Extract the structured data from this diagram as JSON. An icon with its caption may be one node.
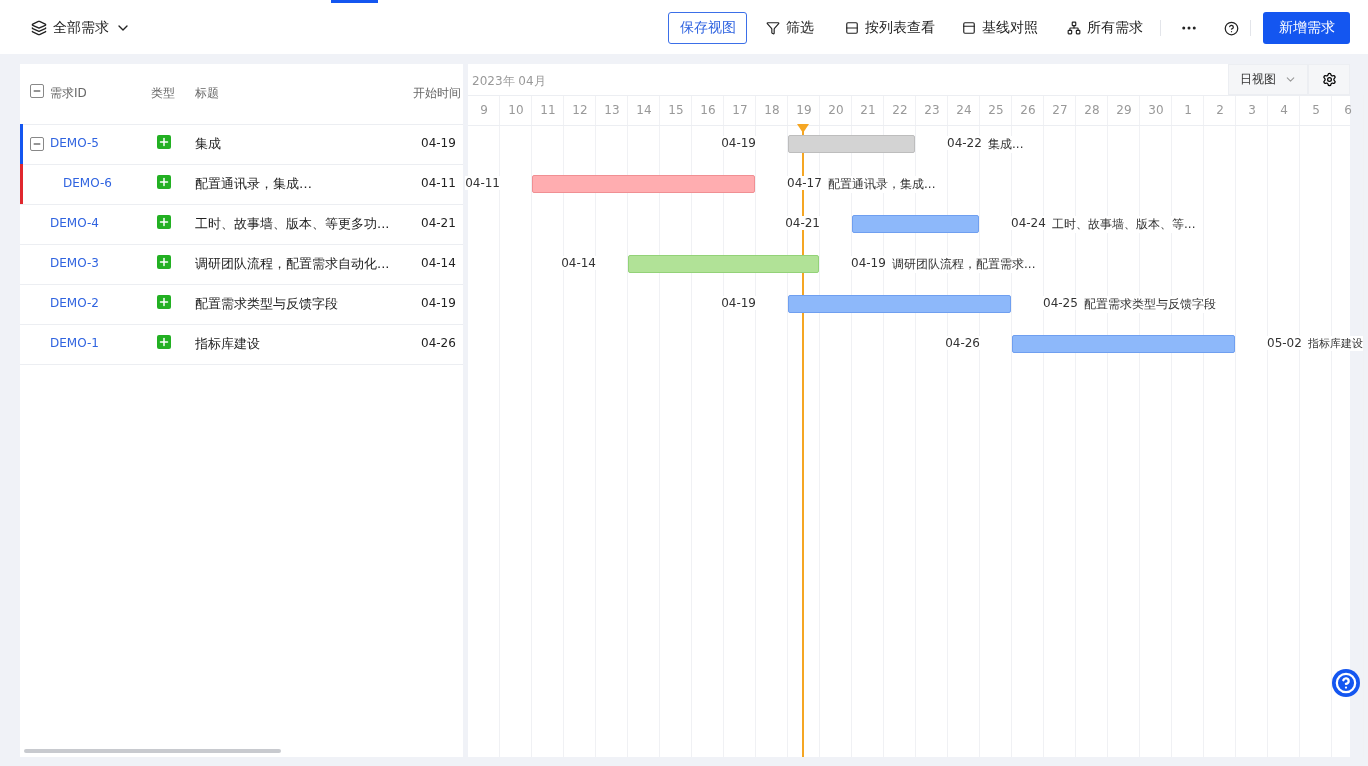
{
  "diagram": {
    "nodes": [
      {
        "text": [],
        "shape": "bar",
        "beside": [
          "04-19",
          "04-22",
          "集成..."
        ]
      },
      {
        "text": [],
        "shape": "bar",
        "beside": [
          "04-11",
          "04-17",
          "配置通讯录，集成..."
        ]
      },
      {
        "text": [],
        "shape": "bar",
        "beside": [
          "04-21",
          "04-24",
          "工时、故事墙、版本、等..."
        ]
      },
      {
        "text": [],
        "shape": "bar",
        "beside": [
          "04-14",
          "04-19",
          "调研团队流程，配置需求..."
        ]
      },
      {
        "text": [],
        "shape": "bar",
        "beside": [
          "04-19",
          "04-25",
          "配置需求类型与反馈字段"
        ]
      },
      {
        "text": [],
        "shape": "bar",
        "beside": [
          "04-26",
          "05-02",
          "指标库建设"
        ]
      }
    ],
    "labels": [
      "全部需求",
      "保存视图",
      "筛选",
      "按列表查看",
      "基线对照",
      "所有需求",
      "新增需求",
      "需求ID",
      "类型",
      "标题",
      "开始时间",
      "DEMO-5",
      "集成",
      "04-19",
      "DEMO-6",
      "配置通讯录，集成…",
      "04-11",
      "DEMO-4",
      "工时、故事墙、版本、等更多功...",
      "04-21",
      "DEMO-3",
      "调研团队流程，配置需求自动化...",
      "04-14",
      "DEMO-2",
      "配置需求类型与反馈字段",
      "04-19",
      "DEMO-1",
      "指标库建设",
      "04-26",
      "2023年 04月",
      "日视图",
      "9",
      "10",
      "11",
      "12",
      "13",
      "14",
      "15",
      "16",
      "17",
      "18",
      "19",
      "20",
      "21",
      "22",
      "23",
      "24",
      "25",
      "26",
      "27",
      "28",
      "29",
      "30",
      "1",
      "2",
      "3",
      "4",
      "5",
      "6"
    ]
  }
}
